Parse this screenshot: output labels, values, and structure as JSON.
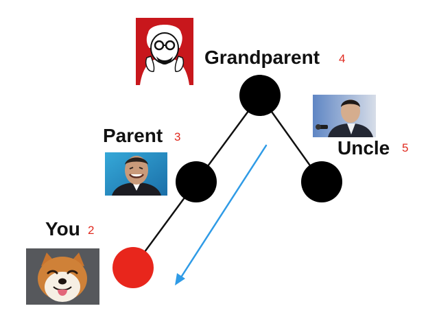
{
  "nodes": {
    "grandparent": {
      "label": "Grandparent",
      "count": "4",
      "photo": "kfc-colonel-logo-photo",
      "color": "#000000"
    },
    "parent": {
      "label": "Parent",
      "count": "3",
      "photo": "man-smiling-photo",
      "color": "#000000"
    },
    "uncle": {
      "label": "Uncle",
      "count": "5",
      "photo": "man-speaking-photo",
      "color": "#000000"
    },
    "you": {
      "label": "You",
      "count": "2",
      "photo": "shiba-dog-photo",
      "color": "#e8261c"
    }
  },
  "edges": [
    [
      "grandparent",
      "parent"
    ],
    [
      "grandparent",
      "uncle"
    ],
    [
      "parent",
      "you"
    ]
  ],
  "arrow": {
    "color": "#2f9be6",
    "direction": "down-left"
  },
  "colors": {
    "label": "#111111",
    "count": "#e02a1f"
  }
}
